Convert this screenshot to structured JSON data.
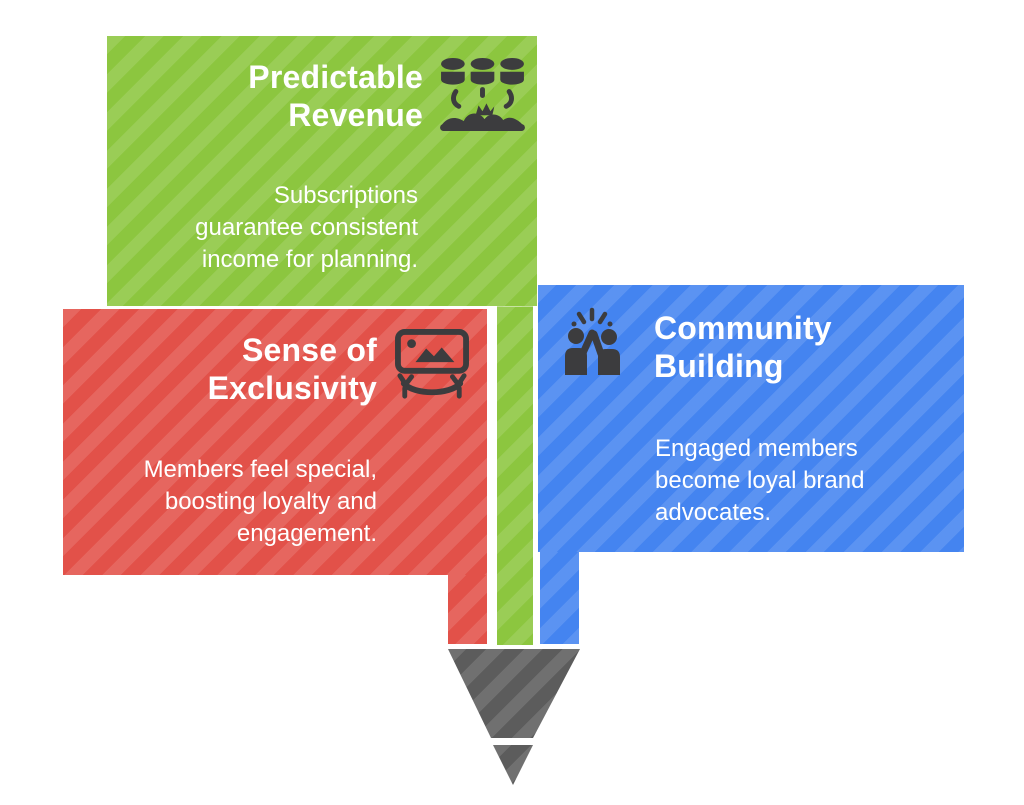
{
  "background": "#FFFFFF",
  "text_color": "#FFFFFF",
  "icon_color": "#3C3C3E",
  "pointer": {
    "shape": "downward-pencil-point",
    "color": "#5C5C5C"
  },
  "cards": {
    "revenue": {
      "title": "Predictable Revenue",
      "description": "Subscriptions guarantee consistent income for planning.",
      "color": "#8CC63F",
      "icon": "income-streams-icon",
      "icon_position": "top-right"
    },
    "exclusivity": {
      "title": "Sense of Exclusivity",
      "description": "Members feel special, boosting loyalty and engagement.",
      "color": "#E25149",
      "icon": "exclusive-exhibit-icon",
      "icon_position": "top-right"
    },
    "community": {
      "title": "Community Building",
      "description": "Engaged members become loyal brand advocates.",
      "color": "#4484F0",
      "icon": "high-five-icon",
      "icon_position": "top-left"
    }
  }
}
